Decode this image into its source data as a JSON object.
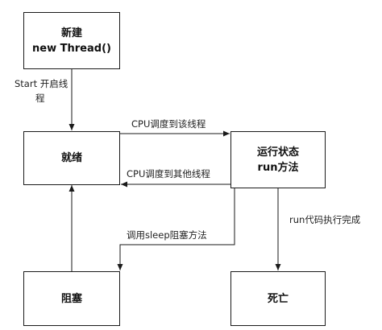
{
  "states": {
    "new": {
      "line1": "新建",
      "line2": "new Thread()"
    },
    "ready": {
      "label": "就绪"
    },
    "running": {
      "line1": "运行状态",
      "line2": "run方法"
    },
    "blocked": {
      "label": "阻塞"
    },
    "dead": {
      "label": "死亡"
    }
  },
  "transitions": {
    "start": {
      "line1": "Start  开启线",
      "line2": "程"
    },
    "cpu_schedule_this": "CPU调度到该线程",
    "cpu_schedule_other": "CPU调度到其他线程",
    "call_sleep": "调用sleep阻塞方法",
    "run_finished": "run代码执行完成"
  },
  "colors": {
    "line": "#1a1a1a",
    "text": "#222222",
    "box_border": "#1a1a1a"
  }
}
